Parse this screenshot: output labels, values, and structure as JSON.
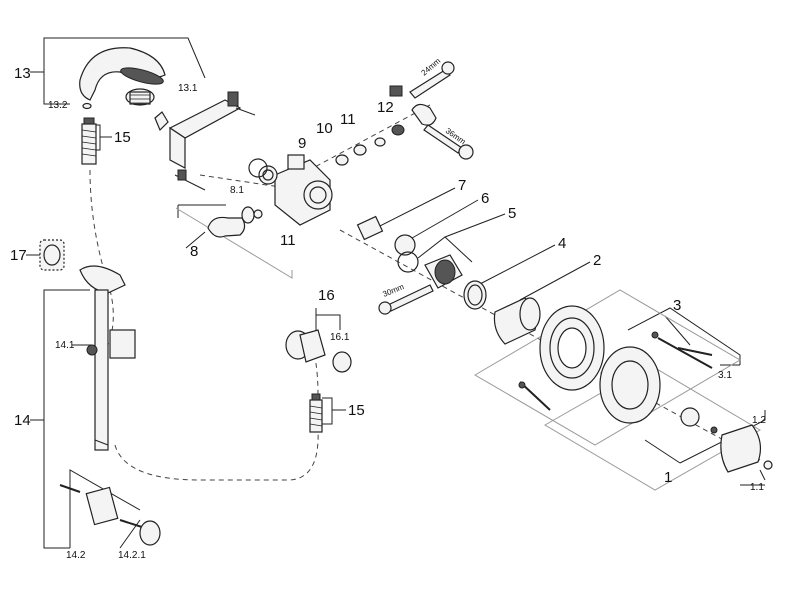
{
  "labels": {
    "l1": "1",
    "l1_1": "1.1",
    "l1_2": "1.2",
    "l2": "2",
    "l3": "3",
    "l3_1": "3.1",
    "l4": "4",
    "l5": "5",
    "l6": "6",
    "l7": "7",
    "l8": "8",
    "l8_1": "8.1",
    "l9": "9",
    "l10": "10",
    "l11a": "11",
    "l11b": "11",
    "l12": "12",
    "l13": "13",
    "l13_1": "13.1",
    "l13_2": "13.2",
    "l14": "14",
    "l14_1": "14.1",
    "l14_2": "14.2",
    "l14_2_1": "14.2.1",
    "l15a": "15",
    "l15b": "15",
    "l16": "16",
    "l16_1": "16.1",
    "l17": "17"
  },
  "tools": {
    "wrench_24": "24mm",
    "wrench_36": "36mm",
    "wrench_30": "30mm"
  }
}
